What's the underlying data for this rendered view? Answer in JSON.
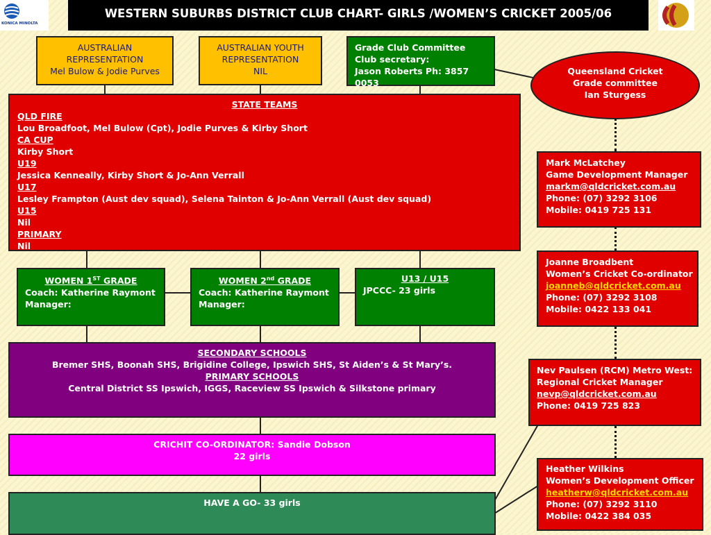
{
  "header": {
    "title": "WESTERN SUBURBS DISTRICT CLUB CHART- GIRLS /WOMEN’S CRICKET  2005/06",
    "left_logo_text": "KONICA MINOLTA"
  },
  "australian_rep": {
    "line1": "AUSTRALIAN",
    "line2": "REPRESENTATION",
    "line3": "Mel Bulow & Jodie Purves"
  },
  "youth_rep": {
    "line1": "AUSTRALIAN YOUTH",
    "line2": "REPRESENTATION",
    "line3": "NIL"
  },
  "grade_committee": {
    "line1": "Grade Club Committee",
    "line2": "Club secretary:",
    "line3": "Jason Roberts Ph: 3857 0053"
  },
  "qld_committee": {
    "line1": "Queensland Cricket",
    "line2": "Grade committee",
    "line3": "Ian Sturgess"
  },
  "state_teams": {
    "heading": "STATE TEAMS",
    "groups": [
      {
        "label": "QLD FIRE",
        "text": "Lou Broadfoot, Mel Bulow (Cpt), Jodie Purves & Kirby Short"
      },
      {
        "label": "CA CUP",
        "text": "Kirby Short"
      },
      {
        "label": "U19",
        "text": "Jessica Kenneally, Kirby Short & Jo-Ann Verrall"
      },
      {
        "label": "U17",
        "text": "Lesley Frampton (Aust dev squad), Selena Tainton & Jo-Ann Verrall (Aust dev squad)"
      },
      {
        "label": "U15",
        "text": "Nil"
      },
      {
        "label": "PRIMARY",
        "text": "Nil"
      }
    ]
  },
  "women1": {
    "heading_pre": "WOMEN 1",
    "heading_sup": "ST",
    "heading_post": " GRADE",
    "line1": "Coach: Katherine Raymont",
    "line2": "Manager:"
  },
  "women2": {
    "heading_pre": "WOMEN 2",
    "heading_sup": "nd",
    "heading_post": " GRADE",
    "line1": "Coach: Katherine Raymont",
    "line2": "Manager:"
  },
  "u13": {
    "heading": "U13 / U15",
    "line1": "JPCCC- 23 girls"
  },
  "schools": {
    "heading1": "SECONDARY SCHOOLS",
    "text1": "Bremer SHS, Boonah SHS, Brigidine College, Ipswich SHS, St Aiden’s & St Mary’s.",
    "heading2": "PRIMARY SCHOOLS",
    "text2": "Central District SS Ipswich, IGGS, Raceview SS Ipswich & Silkstone primary"
  },
  "crichit": {
    "line1": "CRICHIT  CO-ORDINATOR: Sandie Dobson",
    "line2": "22 girls"
  },
  "have_a_go": {
    "line1": "HAVE A GO- 33 girls"
  },
  "contacts": [
    {
      "name": "Mark McLatchey",
      "role": "Game Development Manager",
      "email": "markm@qldcricket.com.au",
      "phone": "Phone: (07) 3292 3106",
      "mobile": "Mobile: 0419 725 131"
    },
    {
      "name": "Joanne Broadbent",
      "role": "Women’s Cricket Co-ordinator",
      "email": "joanneb@qldcricket.com.au",
      "phone": "Phone: (07) 3292 3108",
      "mobile": "Mobile: 0422 133 041"
    },
    {
      "name": "Nev Paulsen (RCM) Metro West:",
      "role": "Regional Cricket Manager",
      "email": "nevp@qldcricket.com.au",
      "phone": "Phone: 0419 725 823",
      "mobile": ""
    },
    {
      "name": "Heather Wilkins",
      "role": "Women’s Development Officer",
      "email": "heatherw@qldcricket.com.au",
      "phone": "Phone: (07) 3292 3110",
      "mobile": "Mobile: 0422 384 035"
    }
  ],
  "colors": {
    "yellow": "#ffc000",
    "green": "#008000",
    "red": "#e00000",
    "purple": "#800080",
    "magenta": "#ff00ff",
    "teal": "#2e8b57",
    "header_bg": "#000000"
  }
}
